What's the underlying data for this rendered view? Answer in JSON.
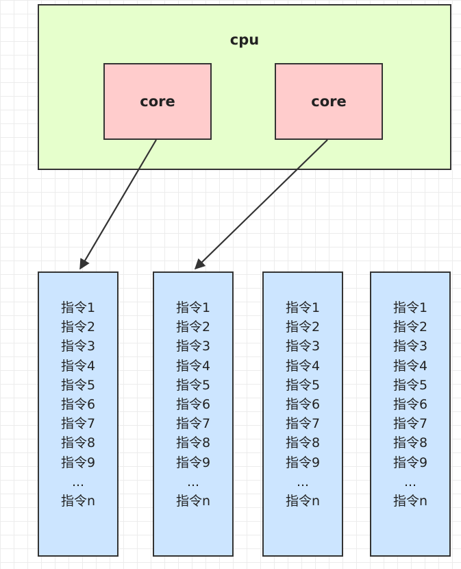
{
  "cpu": {
    "label": "cpu",
    "cores": [
      {
        "label": "core"
      },
      {
        "label": "core"
      }
    ]
  },
  "lanes": [
    {
      "instructions": [
        "指令1",
        "指令2",
        "指令3",
        "指令4",
        "指令5",
        "指令6",
        "指令7",
        "指令8",
        "指令9",
        "...",
        "指令n"
      ]
    },
    {
      "instructions": [
        "指令1",
        "指令2",
        "指令3",
        "指令4",
        "指令5",
        "指令6",
        "指令7",
        "指令8",
        "指令9",
        "...",
        "指令n"
      ]
    },
    {
      "instructions": [
        "指令1",
        "指令2",
        "指令3",
        "指令4",
        "指令5",
        "指令6",
        "指令7",
        "指令8",
        "指令9",
        "...",
        "指令n"
      ]
    },
    {
      "instructions": [
        "指令1",
        "指令2",
        "指令3",
        "指令4",
        "指令5",
        "指令6",
        "指令7",
        "指令8",
        "指令9",
        "...",
        "指令n"
      ]
    }
  ],
  "colors": {
    "cpu_fill": "#e6ffcc",
    "core_fill": "#ffcccc",
    "lane_fill": "#cce5ff",
    "border": "#333333"
  }
}
